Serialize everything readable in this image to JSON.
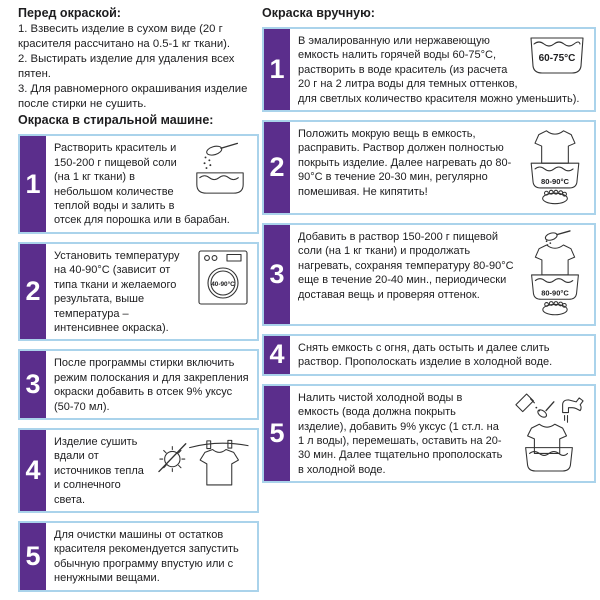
{
  "colors": {
    "accent_purple": "#5b2e8c",
    "box_border_blue": "#aad3eb",
    "text_ink": "#1d1d1f"
  },
  "left": {
    "intro_title": "Перед окраской:",
    "intro_lines": [
      "1. Взвесить изделие в сухом виде (20 г красителя рассчитано на 0.5-1 кг ткани).",
      "2. Выстирать изделие для удаления всех пятен.",
      "3. Для равномерного окрашивания изделие после стирки не сушить."
    ],
    "machine_title": "Окраска в стиральной машине:",
    "steps": [
      {
        "num": "1",
        "text": "Растворить краситель и 150-200 г пищевой соли (на 1 кг ткани) в небольшом количестве теплой воды и залить в отсек для порошка или в барабан.",
        "icon": "salt-spoon-bowl-icon"
      },
      {
        "num": "2",
        "text": "Установить температуру на 40-90°C (зависит от типа ткани и желаемого результата, выше температура – интенсивнее окраска).",
        "icon": "washing-machine-icon",
        "icon_label": "40-90°C"
      },
      {
        "num": "3",
        "text": "После программы стирки включить режим полоскания и для закрепления окраски добавить в отсек 9% уксус (50-70 мл)."
      },
      {
        "num": "4",
        "text": "Изделие сушить вдали от источников тепла и солнечного света.",
        "icon": "no-sun-shirt-clothesline-icon"
      },
      {
        "num": "5",
        "text": "Для очистки машины от остатков красителя рекомендуется запустить обычную программу впустую или с ненужными вещами."
      }
    ]
  },
  "right": {
    "title": "Окраска вручную:",
    "steps": [
      {
        "num": "1",
        "text": "В эмалированную или нержавеющую емкость налить горячей воды 60-75°C, растворить в воде краситель (из расчета 20 г на 2 литра воды для темных оттенков, для светлых количество красителя можно уменьшить).",
        "icon": "hot-water-pot-icon",
        "icon_label": "60-75°C"
      },
      {
        "num": "2",
        "text": "Положить мокрую вещь в емкость, расправить. Раствор должен полностью покрыть изделие. Далее нагревать до 80-90°C в течение 20-30 мин, регулярно помешивая. Не кипятить!",
        "icon": "shirt-in-pot-burner-icon",
        "icon_label": "80-90°C"
      },
      {
        "num": "3",
        "text": "Добавить в раствор 150-200 г пищевой соли (на 1 кг ткани) и продолжать нагревать, сохраняя температуру 80-90°C еще в течение 20-40 мин., периодически доставая вещь и проверяя оттенок.",
        "icon": "salt-shirt-in-pot-burner-icon",
        "icon_label": "80-90°C"
      },
      {
        "num": "4",
        "text": "Снять емкость с огня, дать остыть и далее слить раствор. Прополоскать изделие в холодной воде."
      },
      {
        "num": "5",
        "text": "Налить чистой холодной воды в емкость (вода должна покрыть изделие), добавить 9% уксус (1 ст.л. на 1 л воды), перемешать, оставить на 20-30 мин. Далее тщательно прополоскать в холодной воде.",
        "icon": "vinegar-faucet-shirt-tub-icon"
      }
    ]
  }
}
